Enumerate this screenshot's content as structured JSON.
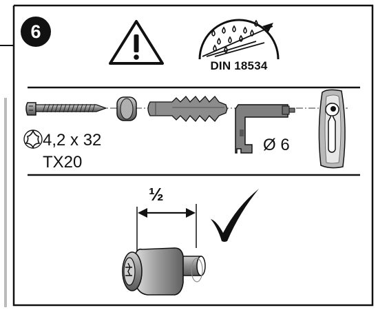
{
  "step": {
    "number": "6"
  },
  "norm": {
    "label": "DIN 18534"
  },
  "fastener": {
    "size": "4,2 x 32",
    "drive": "TX20"
  },
  "drill": {
    "diameter": "Ø 6"
  },
  "gap": {
    "fraction": "½"
  },
  "icons": [
    "warning-icon",
    "water-splash-icon",
    "torx-icon",
    "checkmark-icon"
  ],
  "colors": {
    "line": "#111111",
    "part_fill": "#8c8c8c",
    "part_light": "#c8c8c8",
    "background": "#ffffff"
  }
}
